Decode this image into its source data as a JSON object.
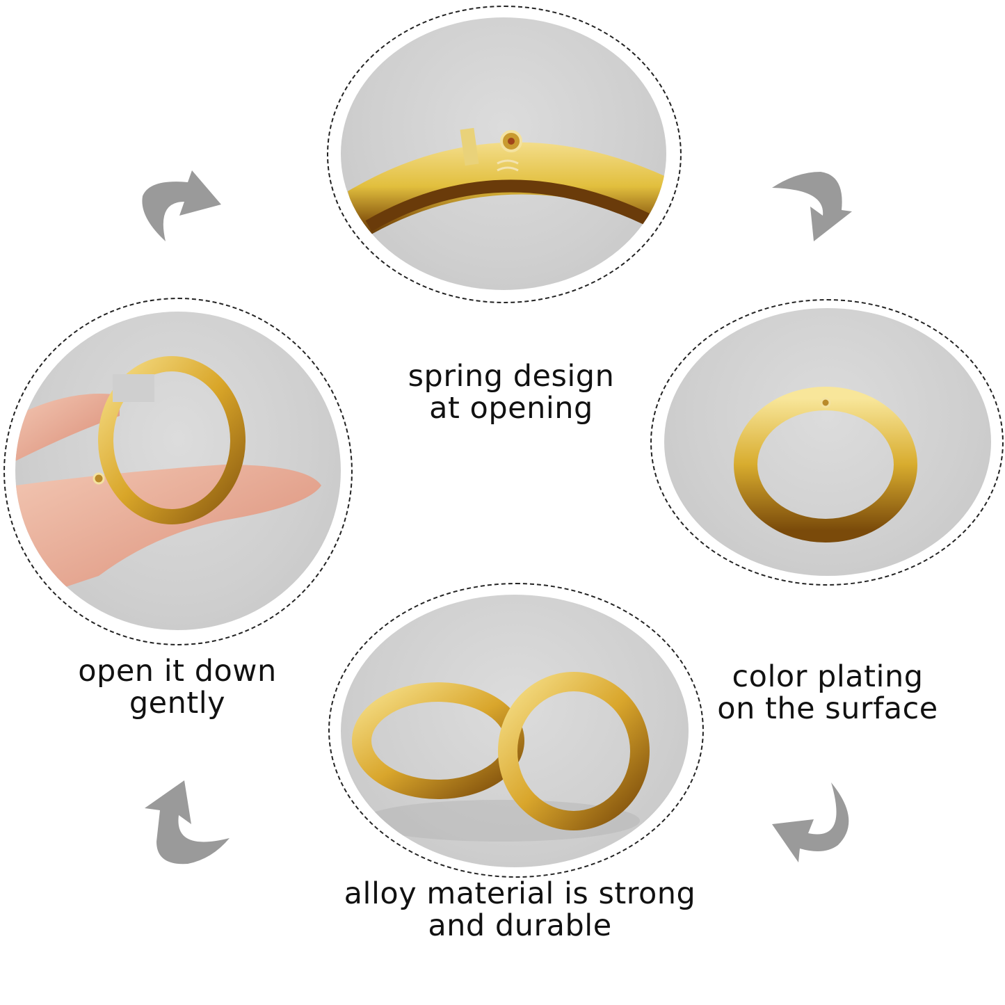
{
  "features": [
    {
      "id": "spring",
      "caption_line1": "spring design",
      "caption_line2": "at opening",
      "image": "gold-ring-spring-closeup"
    },
    {
      "id": "open",
      "caption_line1": "open it down",
      "caption_line2": "gently",
      "image": "hand-opening-gold-ring"
    },
    {
      "id": "plating",
      "caption_line1": "color plating",
      "caption_line2": "on the surface",
      "image": "gold-spring-ring"
    },
    {
      "id": "alloy",
      "caption_line1": "alloy material is strong",
      "caption_line2": "and durable",
      "image": "two-linked-gold-rings"
    }
  ],
  "arrows": [
    {
      "name": "curved-arrow-top-left",
      "direction": "right"
    },
    {
      "name": "curved-arrow-top-right",
      "direction": "down"
    },
    {
      "name": "curved-arrow-bottom-right",
      "direction": "left"
    },
    {
      "name": "curved-arrow-bottom-left",
      "direction": "up"
    }
  ],
  "colors": {
    "arrow": "#9a9a9a",
    "gold": "#d9b33a",
    "photo_bg": "#d2d2d2",
    "dash": "#222222"
  }
}
